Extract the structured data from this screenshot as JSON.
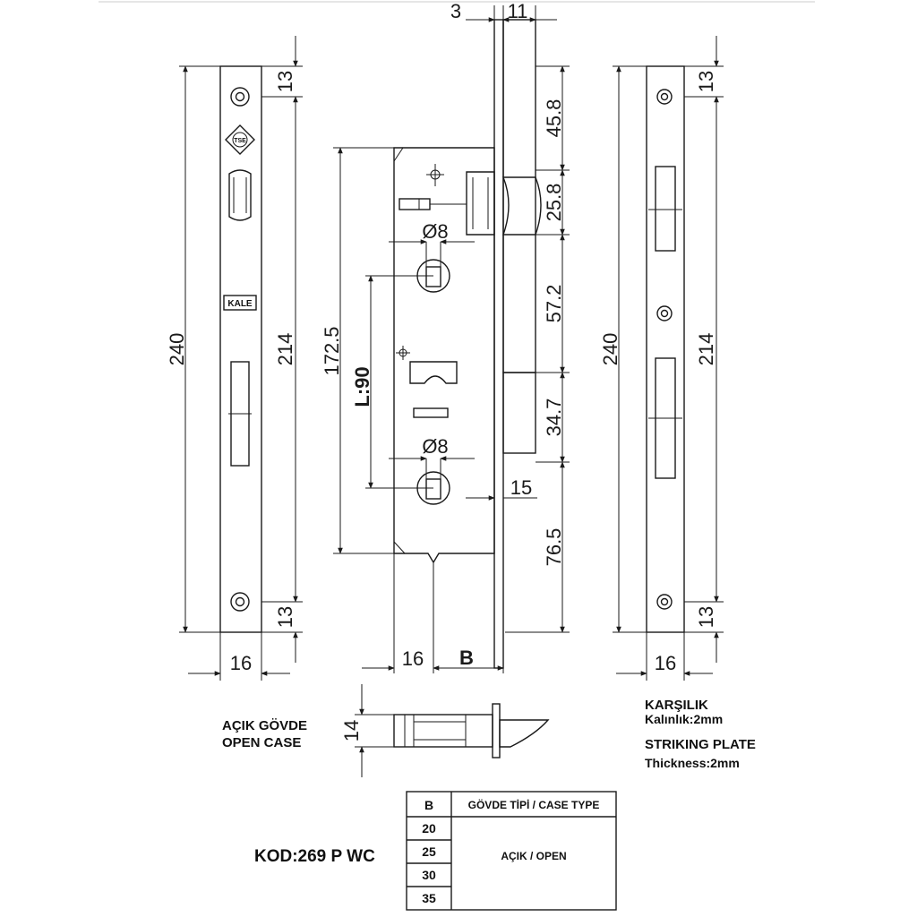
{
  "dimensions": {
    "top_offset": "3",
    "top_width": "11",
    "left_height": "240",
    "left_inner": "214",
    "left_top_margin": "13",
    "left_bottom_margin": "13",
    "left_plate_width": "16",
    "right_height": "240",
    "right_inner": "214",
    "right_top_margin": "13",
    "right_bottom_margin": "13",
    "right_plate_width": "16",
    "seg_1": "45.8",
    "seg_2": "25.8",
    "seg_3": "57.2",
    "seg_4": "34.7",
    "seg_5": "76.5",
    "body_height": "172.5",
    "center_distance": "L:90",
    "spindle_top": "Ø8",
    "spindle_bottom": "Ø8",
    "front_gap": "15",
    "body_base_width": "16",
    "backset": "B",
    "open_case_thickness": "14"
  },
  "labels": {
    "open_case_tr": "AÇIK GÖVDE",
    "open_case_en": "OPEN CASE",
    "strike_tr": "KARŞILIK",
    "strike_tr_thickness": "Kalınlık:2mm",
    "strike_en": "STRIKING PLATE",
    "strike_en_thickness": "Thickness:2mm",
    "code": "KOD:269 P WC",
    "brand_logo_text": "KALE",
    "cert_logo_text": "TSE"
  },
  "table": {
    "header_b": "B",
    "header_type": "GÖVDE TİPİ / CASE TYPE",
    "rows": [
      "20",
      "25",
      "30",
      "35"
    ],
    "type_value": "AÇIK / OPEN"
  },
  "icons": [
    "screw-hole-icon",
    "tse-cert-icon",
    "kale-logo-icon"
  ]
}
